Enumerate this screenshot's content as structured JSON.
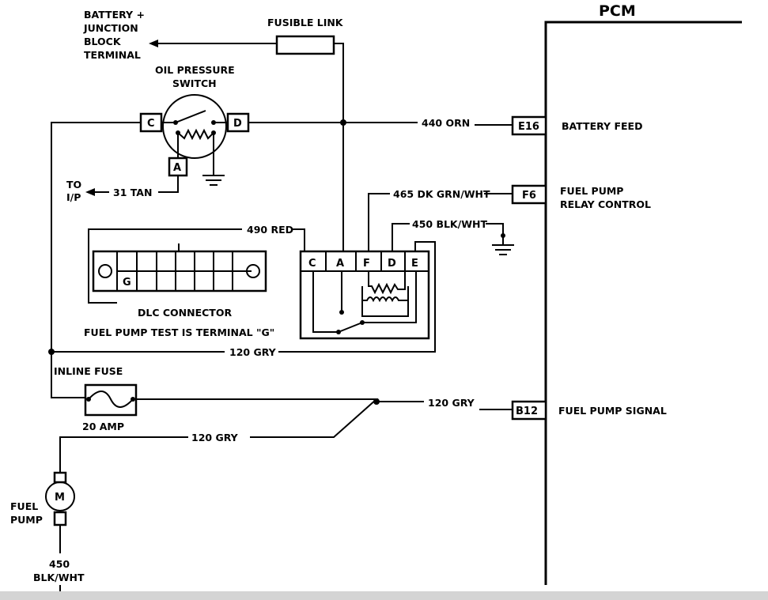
{
  "labels": {
    "battery_line1": "BATTERY +",
    "battery_line2": "JUNCTION",
    "battery_line3": "BLOCK",
    "battery_line4": "TERMINAL",
    "fusible_link": "FUSIBLE LINK",
    "oil_switch_line1": "OIL PRESSURE",
    "oil_switch_line2": "SWITCH",
    "to_ip_line1": "TO",
    "to_ip_line2": "I/P",
    "wire_31_tan": "31 TAN",
    "wire_440_orn": "440 ORN",
    "wire_465": "465 DK GRN/WHT",
    "wire_450_relay": "450 BLK/WHT",
    "wire_490_red": "490 RED",
    "dlc_connector": "DLC CONNECTOR",
    "fuel_pump_test": "FUEL PUMP TEST IS TERMINAL \"G\"",
    "wire_120_gry_a": "120 GRY",
    "wire_120_gry_b": "120 GRY",
    "wire_120_gry_c": "120 GRY",
    "inline_fuse": "INLINE FUSE",
    "fuse_rating": "20 AMP",
    "fuel_pump_line1": "FUEL",
    "fuel_pump_line2": "PUMP",
    "ground_450": "450",
    "ground_blk_wht": "BLK/WHT",
    "pcm": "PCM",
    "battery_feed": "BATTERY FEED",
    "relay_control_line1": "FUEL PUMP",
    "relay_control_line2": "RELAY CONTROL",
    "fuel_pump_signal": "FUEL PUMP SIGNAL"
  },
  "pins": {
    "switch_c": "C",
    "switch_d": "D",
    "switch_a": "A",
    "dlc_g": "G",
    "pcm_e16": "E16",
    "pcm_f6": "F6",
    "pcm_b12": "B12",
    "motor_m": "M"
  },
  "relay_pins": [
    "C",
    "A",
    "F",
    "D",
    "E"
  ]
}
